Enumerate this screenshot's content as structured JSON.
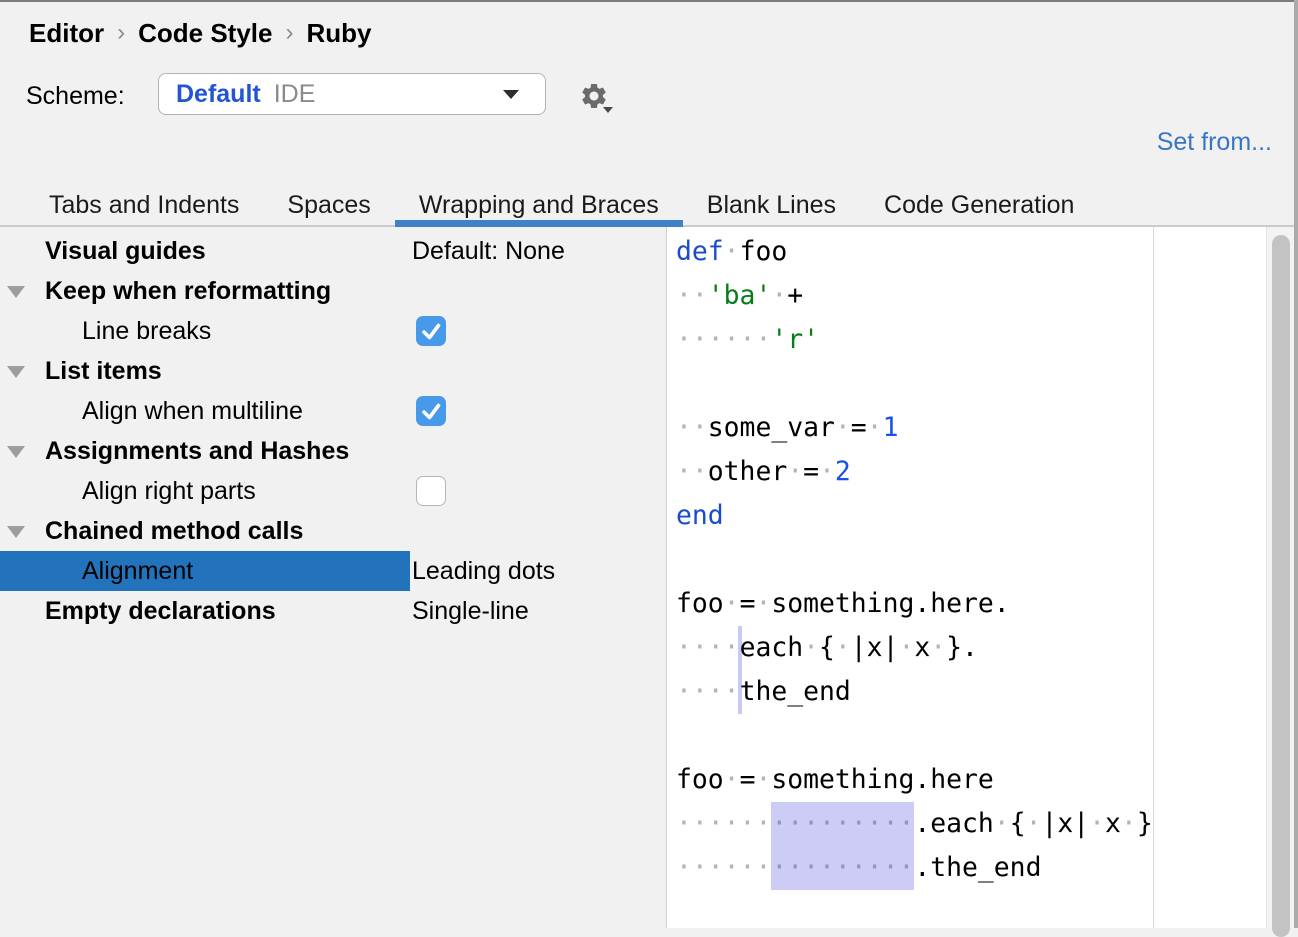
{
  "breadcrumb": {
    "items": [
      "Editor",
      "Code Style",
      "Ruby"
    ],
    "separator": "›"
  },
  "scheme": {
    "label": "Scheme:",
    "value": "Default",
    "value_suffix": "IDE"
  },
  "set_from_label": "Set from...",
  "tabs": [
    {
      "label": "Tabs and Indents",
      "active": false
    },
    {
      "label": "Spaces",
      "active": false
    },
    {
      "label": "Wrapping and Braces",
      "active": true
    },
    {
      "label": "Blank Lines",
      "active": false
    },
    {
      "label": "Code Generation",
      "active": false
    }
  ],
  "settings_tree": {
    "rows": [
      {
        "label": "Visual guides",
        "style": "group",
        "expander": false,
        "indent": 1,
        "value_text": "Default: None",
        "selected": false
      },
      {
        "label": "Keep when reformatting",
        "style": "group",
        "expander": true,
        "indent": 1,
        "selected": false
      },
      {
        "label": "Line breaks",
        "style": "item",
        "expander": false,
        "indent": 2,
        "checkbox": true,
        "selected": false
      },
      {
        "label": "List items",
        "style": "group",
        "expander": true,
        "indent": 1,
        "selected": false
      },
      {
        "label": "Align when multiline",
        "style": "item",
        "expander": false,
        "indent": 2,
        "checkbox": true,
        "selected": false
      },
      {
        "label": "Assignments and Hashes",
        "style": "group",
        "expander": true,
        "indent": 1,
        "selected": false
      },
      {
        "label": "Align right parts",
        "style": "item",
        "expander": false,
        "indent": 2,
        "checkbox": false,
        "selected": false
      },
      {
        "label": "Chained method calls",
        "style": "group",
        "expander": true,
        "indent": 1,
        "selected": false
      },
      {
        "label": "Alignment",
        "style": "item",
        "expander": false,
        "indent": 2,
        "value_text": "Leading dots",
        "selected": true
      },
      {
        "label": "Empty declarations",
        "style": "group",
        "expander": false,
        "indent": 1,
        "value_text": "Single-line",
        "selected": false
      }
    ]
  },
  "code_preview": {
    "language": "ruby",
    "lines": [
      [
        [
          "kw",
          "def"
        ],
        [
          "ws",
          " "
        ],
        [
          "pl",
          "foo"
        ]
      ],
      [
        [
          "ws",
          "  "
        ],
        [
          "str",
          "'ba'"
        ],
        [
          "ws",
          " "
        ],
        [
          "pl",
          "+"
        ]
      ],
      [
        [
          "ws",
          "      "
        ],
        [
          "str",
          "'r'"
        ]
      ],
      [],
      [
        [
          "ws",
          "  "
        ],
        [
          "pl",
          "some_var"
        ],
        [
          "ws",
          " "
        ],
        [
          "pl",
          "="
        ],
        [
          "ws",
          " "
        ],
        [
          "num",
          "1"
        ]
      ],
      [
        [
          "ws",
          "  "
        ],
        [
          "pl",
          "other"
        ],
        [
          "ws",
          " "
        ],
        [
          "pl",
          "="
        ],
        [
          "ws",
          " "
        ],
        [
          "num",
          "2"
        ]
      ],
      [
        [
          "kw",
          "end"
        ]
      ],
      [],
      [
        [
          "pl",
          "foo"
        ],
        [
          "ws",
          " "
        ],
        [
          "pl",
          "="
        ],
        [
          "ws",
          " "
        ],
        [
          "pl",
          "something.here."
        ]
      ],
      [
        [
          "ws",
          "    "
        ],
        [
          "pl",
          "each"
        ],
        [
          "ws",
          " "
        ],
        [
          "pl",
          "{"
        ],
        [
          "ws",
          " "
        ],
        [
          "pl",
          "|x|"
        ],
        [
          "ws",
          " "
        ],
        [
          "pl",
          "x"
        ],
        [
          "ws",
          " "
        ],
        [
          "pl",
          "}."
        ]
      ],
      [
        [
          "ws",
          "    "
        ],
        [
          "pl",
          "the_end"
        ]
      ],
      [],
      [
        [
          "pl",
          "foo"
        ],
        [
          "ws",
          " "
        ],
        [
          "pl",
          "="
        ],
        [
          "ws",
          " "
        ],
        [
          "pl",
          "something.here"
        ]
      ],
      [
        [
          "ws",
          "      "
        ],
        [
          "wssel",
          "         "
        ],
        [
          "pl",
          ".each"
        ],
        [
          "ws",
          " "
        ],
        [
          "pl",
          "{"
        ],
        [
          "ws",
          " "
        ],
        [
          "pl",
          "|x|"
        ],
        [
          "ws",
          " "
        ],
        [
          "pl",
          "x"
        ],
        [
          "ws",
          " "
        ],
        [
          "pl",
          "}"
        ]
      ],
      [
        [
          "ws",
          "      "
        ],
        [
          "wssel",
          "         "
        ],
        [
          "pl",
          ".the_end"
        ]
      ],
      []
    ]
  },
  "colors": {
    "bg": "#f1f1f1",
    "selection-blue": "#2373bc",
    "checkbox-blue": "#4799e9",
    "tab-underline": "#3f82c8",
    "scheme-blue": "#2254d3",
    "link-blue": "#3876c5",
    "code-keyword": "#1a4cc9",
    "code-string": "#067d17",
    "code-number": "#1750eb",
    "selection-lavender": "#ccccf7",
    "expander-gray": "#9d9d9d"
  }
}
